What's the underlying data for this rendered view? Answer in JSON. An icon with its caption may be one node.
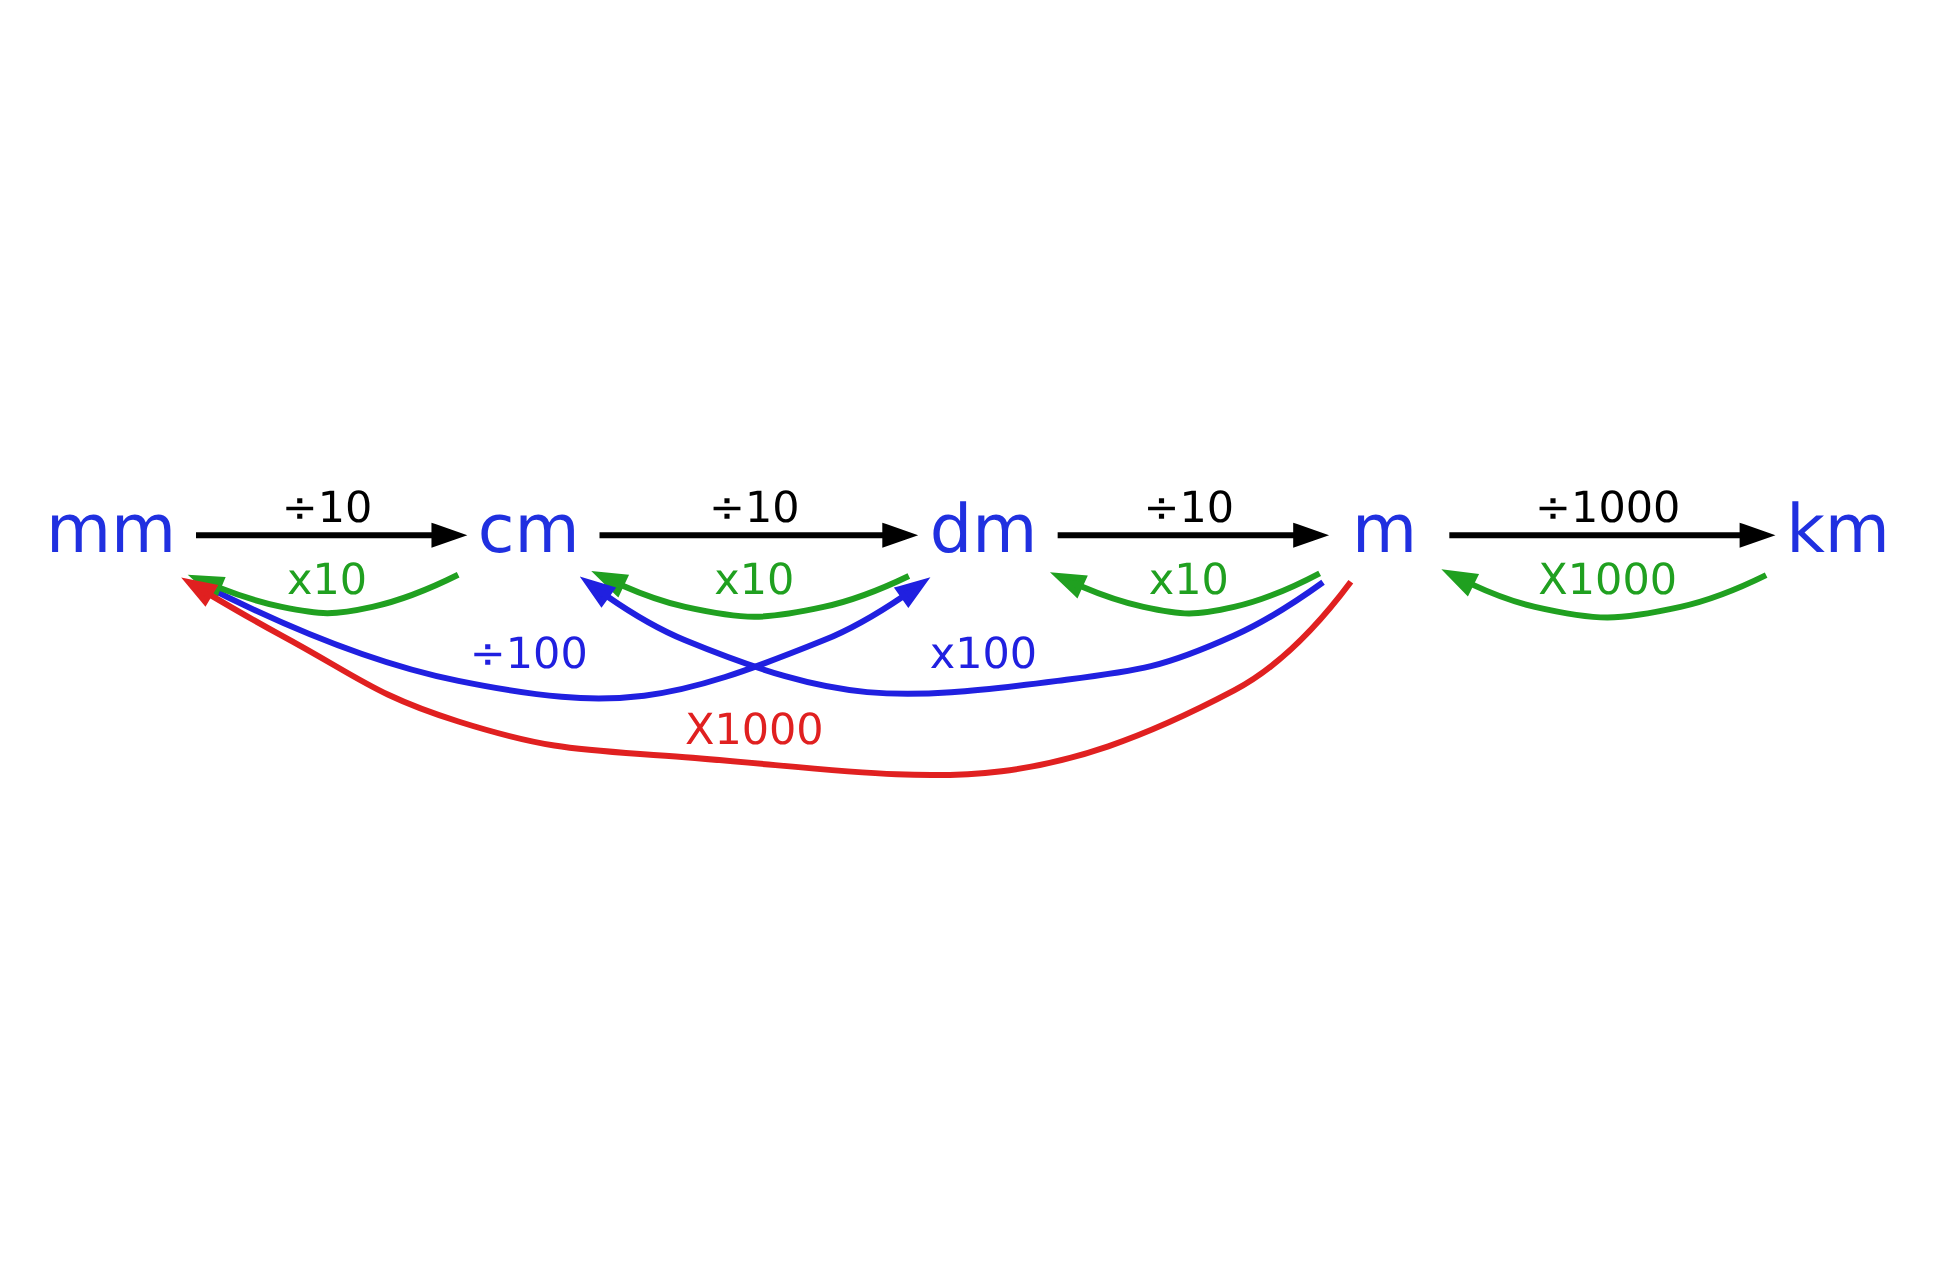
{
  "diagram": {
    "nodes": [
      {
        "text": [
          "mm"
        ]
      },
      {
        "text": [
          "cm"
        ]
      },
      {
        "text": [
          "dm"
        ]
      },
      {
        "text": [
          "m"
        ]
      },
      {
        "text": [
          "km"
        ]
      }
    ],
    "edges": [
      {
        "from": 0,
        "to": 2,
        "arrow": "to",
        "label": "÷100",
        "color": "#2020e0"
      },
      {
        "from": 0,
        "to": 1,
        "arrow": "to",
        "label": "÷10"
      },
      {
        "from": 1,
        "to": 2,
        "arrow": "to",
        "label": "÷10"
      },
      {
        "from": 2,
        "to": 3,
        "arrow": "to",
        "label": "÷10"
      },
      {
        "from": 3,
        "to": 4,
        "arrow": "to",
        "label": "÷1000"
      },
      {
        "from": 1,
        "to": 0,
        "arrow": "to",
        "label": "x10",
        "color": "#20a020"
      },
      {
        "from": 2,
        "to": 1,
        "arrow": "to",
        "label": "x10",
        "color": "#20a020"
      },
      {
        "from": 3,
        "to": 2,
        "arrow": "to",
        "label": "x10",
        "color": "#20a020"
      },
      {
        "from": 4,
        "to": 3,
        "arrow": "to",
        "label": "X1000",
        "color": "#20a020"
      },
      {
        "from": 3,
        "to": 1,
        "arrow": "to",
        "label": "x100",
        "color": "#2020e0"
      },
      {
        "from": 3,
        "to": 0,
        "arrow": "to",
        "label": "X1000",
        "color": "#e02020"
      }
    ]
  }
}
